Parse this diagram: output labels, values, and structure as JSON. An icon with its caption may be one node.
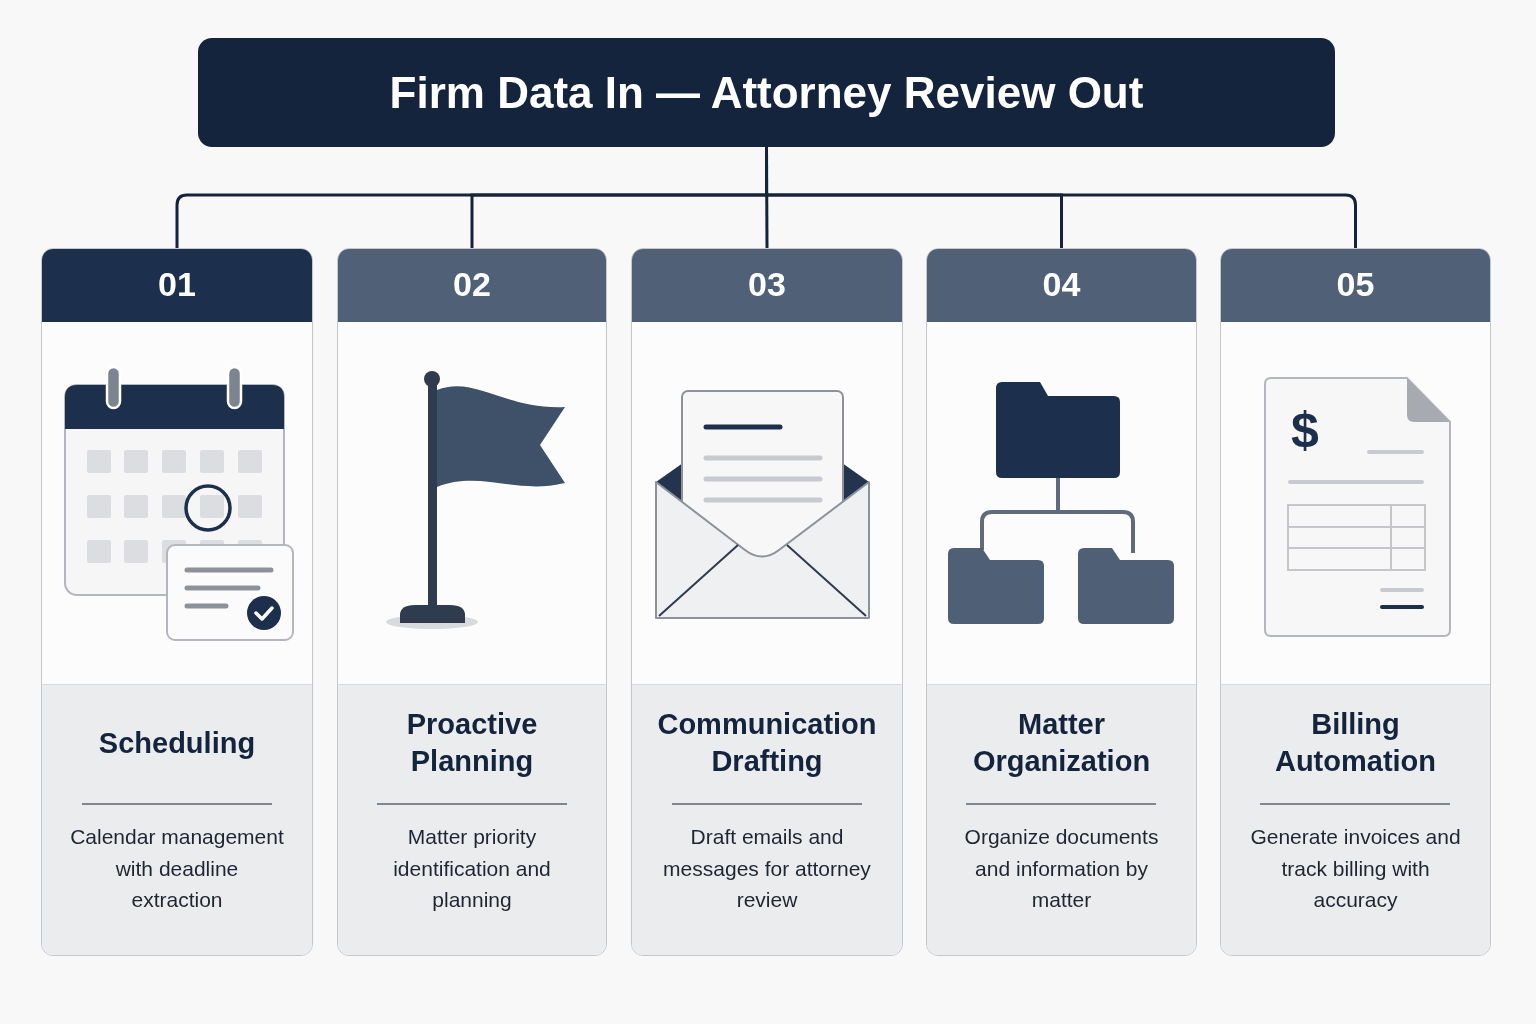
{
  "diagram": {
    "nodes": [
      {
        "text": [
          "Firm Data In — Attorney Review Out"
        ]
      },
      {
        "text": [
          "01",
          "Scheduling",
          "Calendar management with deadline extraction"
        ]
      },
      {
        "text": [
          "02",
          "Proactive Planning",
          "Matter priority identification and planning"
        ]
      },
      {
        "text": [
          "03",
          "Communication Drafting",
          "Draft emails and messages for attorney review"
        ]
      },
      {
        "text": [
          "04",
          "Matter Organization",
          "Organize documents and information by matter"
        ]
      },
      {
        "text": [
          "05",
          "Billing Automation",
          "Generate invoices and track billing with accuracy"
        ]
      }
    ],
    "edges": [
      {
        "from": 0,
        "to": 1,
        "arrow": "none"
      },
      {
        "from": 0,
        "to": 2,
        "arrow": "none"
      },
      {
        "from": 0,
        "to": 3,
        "arrow": "none"
      },
      {
        "from": 0,
        "to": 4,
        "arrow": "none"
      },
      {
        "from": 0,
        "to": 5,
        "arrow": "none"
      }
    ],
    "labels": [
      "$"
    ]
  }
}
